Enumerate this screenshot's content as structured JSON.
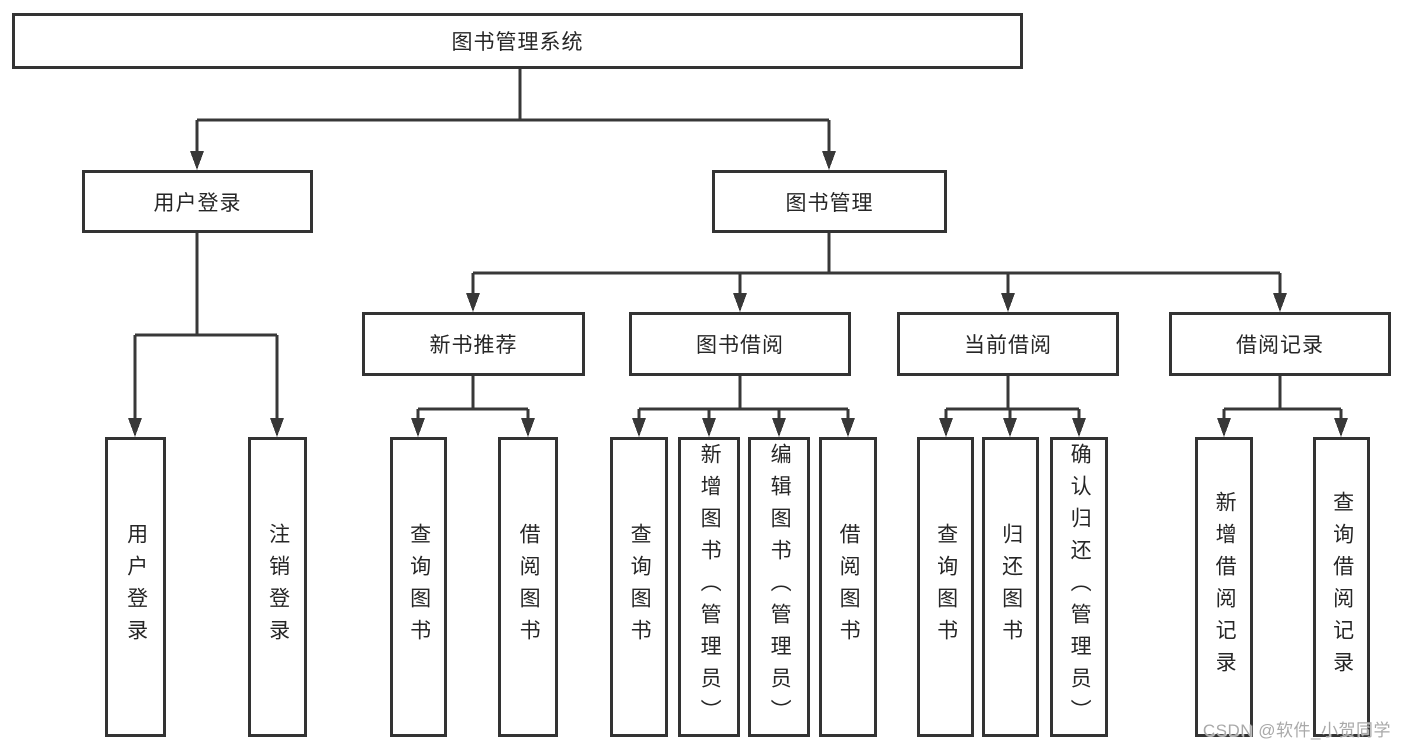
{
  "diagram": {
    "root": {
      "label": "图书管理系统"
    },
    "branches": [
      {
        "label": "用户登录",
        "children": [
          {
            "label": "用户登录"
          },
          {
            "label": "注销登录"
          }
        ]
      },
      {
        "label": "图书管理",
        "children": [
          {
            "label": "新书推荐",
            "children": [
              {
                "label": "查询图书"
              },
              {
                "label": "借阅图书"
              }
            ]
          },
          {
            "label": "图书借阅",
            "children": [
              {
                "label": "查询图书"
              },
              {
                "label": "新增图书（管理员）"
              },
              {
                "label": "编辑图书（管理员）"
              },
              {
                "label": "借阅图书"
              }
            ]
          },
          {
            "label": "当前借阅",
            "children": [
              {
                "label": "查询图书"
              },
              {
                "label": "归还图书"
              },
              {
                "label": "确认归还（管理员）"
              }
            ]
          },
          {
            "label": "借阅记录",
            "children": [
              {
                "label": "新增借阅记录"
              },
              {
                "label": "查询借阅记录"
              }
            ]
          }
        ]
      }
    ]
  },
  "watermark": "CSDN @软件_小贺同学",
  "colors": {
    "line": "#383838",
    "box_border": "#333333",
    "text": "#262626",
    "watermark": "#a9a9a9",
    "background": "#ffffff"
  }
}
